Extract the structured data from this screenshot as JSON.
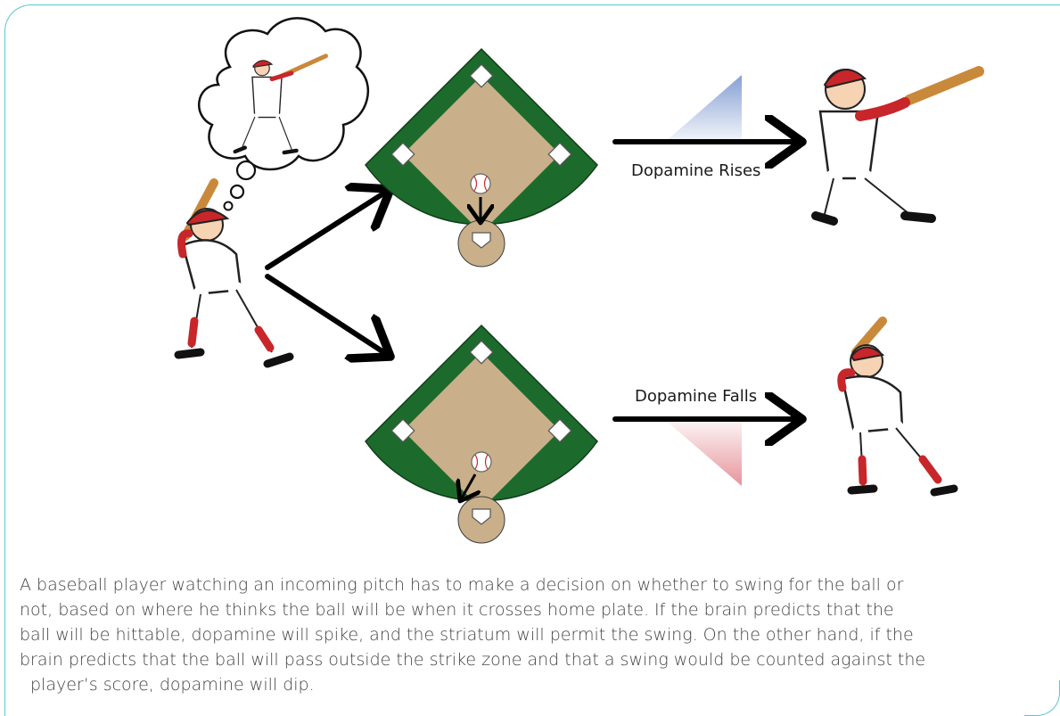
{
  "labels": {
    "rise": "Dopamine Rises",
    "fall": "Dopamine Falls"
  },
  "caption": {
    "lines": [
      "A baseball player watching an incoming pitch has to make a decision on whether to swing for the ball or",
      "not, based on where he thinks the ball will be when it crosses home plate. If the brain predicts that the",
      "ball will be hittable, dopamine will spike, and the striatum will permit the swing. On the other hand, if the",
      "brain predicts that the ball will pass outside the strike zone and that a swing would be counted against the",
      "player’s score, dopamine will dip."
    ]
  },
  "colors": {
    "field_green": "#1d6b2c",
    "infield_dirt": "#c9b08a",
    "rise_gradient": "#9fb6dd",
    "fall_gradient": "#e7a6ab",
    "border": "#5cc6d0"
  }
}
